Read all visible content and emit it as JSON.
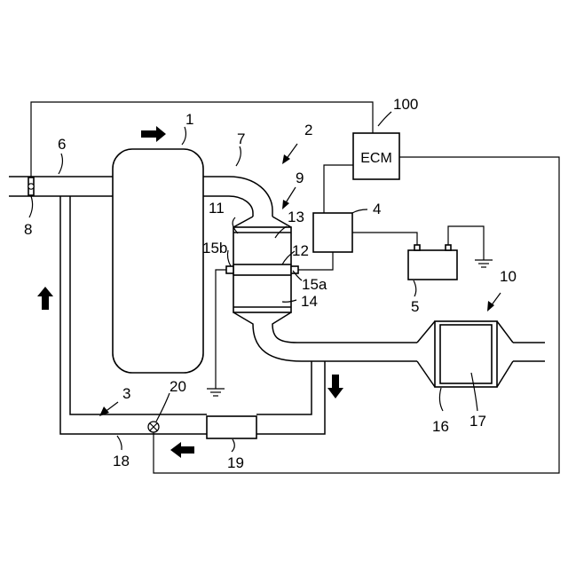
{
  "labels": {
    "engine": "1",
    "exhaust_system": "2",
    "egr_system": "3",
    "controller": "4",
    "battery": "5",
    "intake_pipe": "6",
    "exhaust_pipe": "7",
    "airflow_meter": "8",
    "catalyst_unit": "9",
    "muffler_unit": "10",
    "upstream_catalyst_block": "11",
    "gap": "12",
    "upstream_catalyst": "13",
    "downstream_catalyst": "14",
    "electrode_a": "15a",
    "electrode_b": "15b",
    "muffler_shell": "16",
    "muffler_core": "17",
    "egr_pipe": "18",
    "egr_cooler": "19",
    "egr_valve": "20",
    "ecm_ref": "100"
  },
  "ecm_text": "ECM",
  "flow_arrows": [
    "right",
    "up",
    "down",
    "left"
  ]
}
